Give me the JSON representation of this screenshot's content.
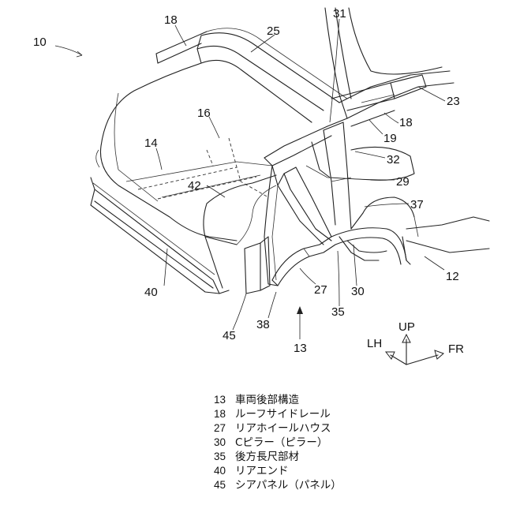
{
  "figure": {
    "reference_numerals": [
      {
        "id": "n10",
        "text": "10"
      },
      {
        "id": "n18a",
        "text": "18"
      },
      {
        "id": "n25",
        "text": "25"
      },
      {
        "id": "n31",
        "text": "31"
      },
      {
        "id": "n16",
        "text": "16"
      },
      {
        "id": "n14",
        "text": "14"
      },
      {
        "id": "n23",
        "text": "23"
      },
      {
        "id": "n18b",
        "text": "18"
      },
      {
        "id": "n19",
        "text": "19"
      },
      {
        "id": "n32",
        "text": "32"
      },
      {
        "id": "n29",
        "text": "29"
      },
      {
        "id": "n42",
        "text": "42"
      },
      {
        "id": "n37",
        "text": "37"
      },
      {
        "id": "n12",
        "text": "12"
      },
      {
        "id": "n40",
        "text": "40"
      },
      {
        "id": "n27",
        "text": "27"
      },
      {
        "id": "n30",
        "text": "30"
      },
      {
        "id": "n35",
        "text": "35"
      },
      {
        "id": "n38",
        "text": "38"
      },
      {
        "id": "n45",
        "text": "45"
      },
      {
        "id": "n13",
        "text": "13"
      }
    ],
    "direction_labels": {
      "up": "UP",
      "lh": "LH",
      "fr": "FR"
    }
  },
  "legend": [
    {
      "num": "13",
      "name": "車両後部構造"
    },
    {
      "num": "18",
      "name": "ルーフサイドレール"
    },
    {
      "num": "27",
      "name": "リアホイールハウス"
    },
    {
      "num": "30",
      "name": "Cピラー（ピラー）"
    },
    {
      "num": "35",
      "name": "後方長尺部材"
    },
    {
      "num": "40",
      "name": "リアエンド"
    },
    {
      "num": "45",
      "name": "シアパネル（パネル）"
    }
  ]
}
